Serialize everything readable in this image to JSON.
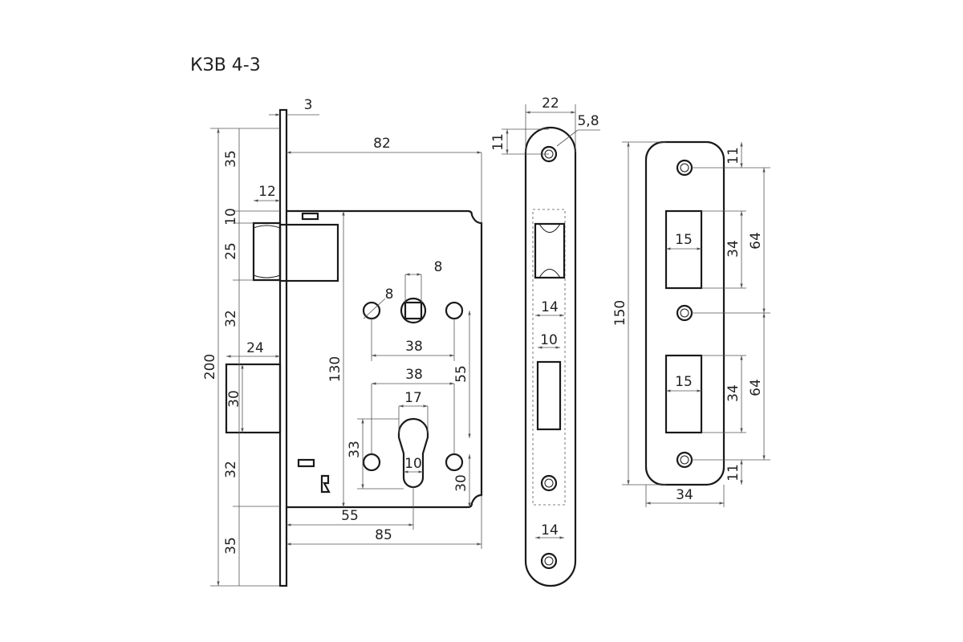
{
  "title": "КЗВ 4-3",
  "lock_body": {
    "dims": {
      "faceplate_thickness": "3",
      "body_depth": "82",
      "top_to_latch": "35",
      "latch_width": "12",
      "gap_10": "10",
      "latch_height": "25",
      "latch_to_bolt": "32",
      "bolt_width": "24",
      "total_height": "200",
      "bolt_height": "30",
      "bolt_to_bottom_32": "32",
      "bottom_35": "35",
      "body_height": "130",
      "spindle_hole": "8",
      "spindle_square": "8",
      "spacing_38_top": "38",
      "spacing_38_mid": "38",
      "backset_55_vertical": "55",
      "cylinder_width": "17",
      "cylinder_height": "33",
      "cylinder_slot": "10",
      "cylinder_bottom": "30",
      "backset_55": "55",
      "overall_85": "85"
    }
  },
  "faceplate": {
    "dims": {
      "width": "22",
      "hole": "5,8",
      "top_offset": "11",
      "latch_slot": "14",
      "bolt_slot": "10",
      "bottom_slot": "14"
    }
  },
  "strike_plate": {
    "dims": {
      "height": "150",
      "top_offset": "11",
      "upper_span": "64",
      "upper_slot_width": "15",
      "upper_slot_height": "34",
      "lower_slot_width": "15",
      "lower_slot_height": "34",
      "lower_span": "64",
      "bottom_offset": "11",
      "width": "34"
    }
  }
}
